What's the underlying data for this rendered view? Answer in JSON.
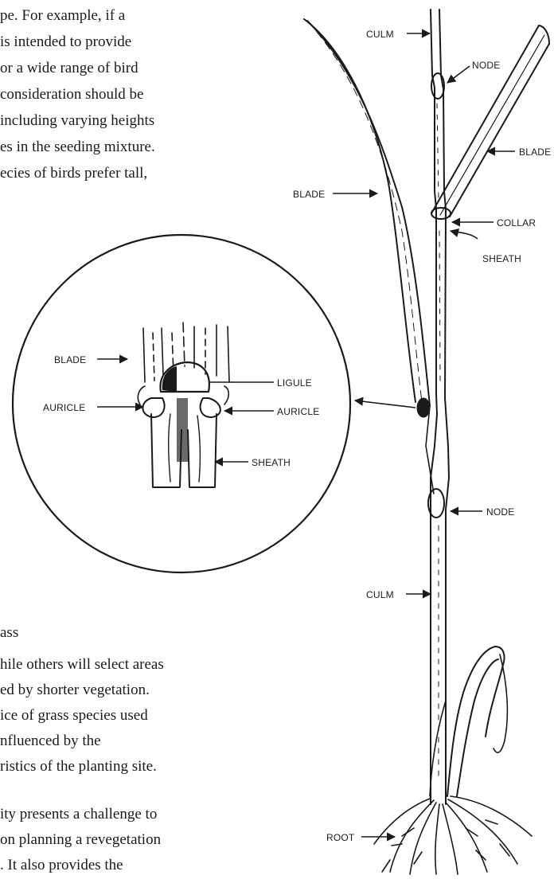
{
  "body_text_top": [
    "pe. For example, if a",
    "is intended to provide",
    "or a wide range of bird",
    "consideration should be",
    "including varying heights",
    "es in the seeding mixture.",
    "ecies of birds prefer tall,"
  ],
  "body_text_bottom": [
    "ass",
    "hile others will select areas",
    "ed by shorter vegetation.",
    "ice of grass species used",
    "nfluenced by the",
    "ristics of the planting site.",
    "",
    "ity presents a challenge to",
    "on planning a revegetation",
    ". It also provides the"
  ],
  "diagram": {
    "plant_labels": {
      "culm_top": "CULM",
      "node_top": "NODE",
      "blade_right": "BLADE",
      "blade_left": "BLADE",
      "collar": "COLLAR",
      "sheath": "SHEATH",
      "node_mid": "NODE",
      "culm_bottom": "CULM",
      "root": "ROOT"
    },
    "inset_labels": {
      "blade": "BLADE",
      "ligule": "LIGULE",
      "auricle_left": "AURICLE",
      "auricle_right": "AURICLE",
      "sheath": "SHEATH"
    }
  }
}
